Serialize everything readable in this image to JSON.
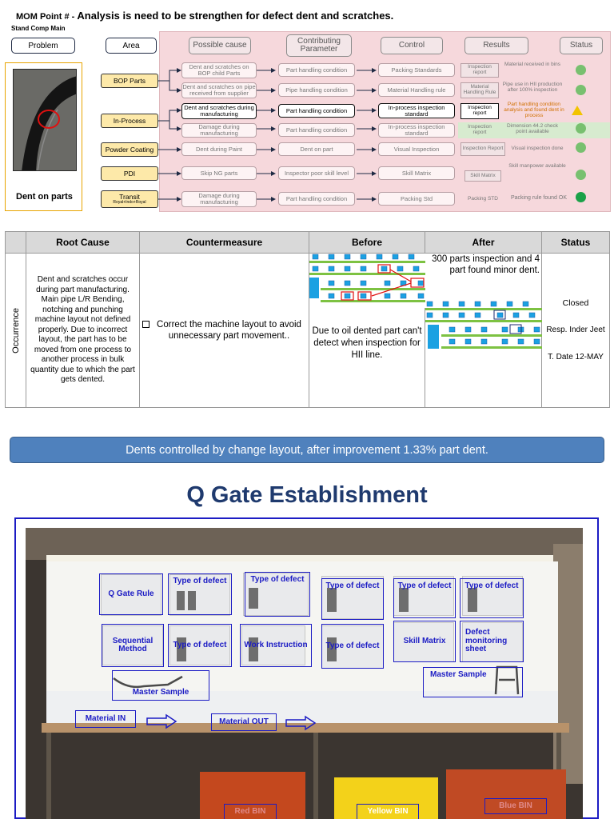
{
  "mom": {
    "label": "MOM Point # - ",
    "title": "Analysis is need to be strengthen for defect dent and scratches."
  },
  "flow": {
    "stand_label": "Stand Comp Main",
    "problem_header": "Problem",
    "area_header": "Area",
    "photo_caption": "Dent on parts",
    "column_headers": [
      "Possible cause",
      "Contributing Parameter",
      "Control",
      "Results",
      "Status"
    ],
    "areas": [
      "BOP Parts",
      "In-Process",
      "Powder Coating",
      "PDI",
      "Transit",
      "Royal+Indo+Royal"
    ],
    "rows": [
      {
        "cause": "Dent and scratches on BOP child Parts",
        "param": "Part handling condition",
        "control": "Packing Standards",
        "result_box": "Inspection report",
        "result_text": "Material received in bins",
        "status": "ok"
      },
      {
        "cause": "Dent and scratches on pipe received from supplier",
        "param": "Pipe handling condition",
        "control": "Material Handling rule",
        "result_box": "Material Handling Rule",
        "result_text": "Pipe use in HII production after 100% inspection",
        "status": "ok"
      },
      {
        "cause": "Dent and scratches during manufacturing",
        "param": "Part handling condition",
        "control": "In-process inspection standard",
        "result_box": "Inspection report",
        "result_text": "Part handling condition analysis and found dent in process",
        "status": "warning"
      },
      {
        "cause": "Damage during manufacturing",
        "param": "Part handling condition",
        "control": "In-process inspection standard",
        "result_box": "Inspection report",
        "result_text": "Dimension 44.2 check point available",
        "status": "ok"
      },
      {
        "cause": "Dent during Paint",
        "param": "Dent on part",
        "control": "Visual Inspection",
        "result_box": "Inspection Report",
        "result_text": "Visual inspection done",
        "status": "ok"
      },
      {
        "cause": "Skip NG parts",
        "param": "Inspector poor skill level",
        "control": "Skill Matrix",
        "result_box": "Skill Matrix",
        "result_text": "Skill manpower available",
        "status": "ok"
      },
      {
        "cause": "Damage during manufacturing",
        "param": "Part handling condition",
        "control": "Packing Std",
        "result_box": "Packing STD",
        "result_text": "Packing rule found OK",
        "status": "ok"
      }
    ],
    "colors": {
      "status_ok": "#78c06f",
      "status_done": "#1aa148",
      "status_warning": "#f2c400",
      "highlight_text": "#d07000"
    }
  },
  "table": {
    "headers": [
      "Root Cause",
      "Countermeasure",
      "Before",
      "After",
      "Status"
    ],
    "row_label": "Occurrence",
    "root_cause": "Dent and scratches occur during part manufacturing. Main pipe L/R Bending, notching and punching machine layout not defined properly. Due to incorrect layout, the part has to be moved from one process to another process in bulk quantity due to which the part gets dented.",
    "countermeasure": "Correct the machine layout to avoid unnecessary part movement..",
    "before_text": "Due to oil dented part can't detect when inspection for HII line.",
    "after_text": "300 parts inspection and 4 part found minor dent.",
    "status_closed": "Closed",
    "status_resp": "Resp. Inder Jeet",
    "status_date": "T. Date 12-MAY"
  },
  "banner": "Dents controlled by change layout, after improvement 1.33% part dent.",
  "qgate": {
    "title": "Q Gate Establishment",
    "labels": {
      "rule": "Q Gate Rule",
      "defect": "Type of defect",
      "sequential": "Sequential Method",
      "work": "Work Instruction",
      "skill": "Skill Matrix",
      "monitoring": "Defect monitoring sheet",
      "master": "Master Sample",
      "material_in": "Material IN",
      "material_out": "Material OUT",
      "red_bin": "Red BIN",
      "yellow_bin": "Yellow BIN",
      "blue_bin": "Blue BIN"
    },
    "label_color": "#1c1cc4"
  }
}
